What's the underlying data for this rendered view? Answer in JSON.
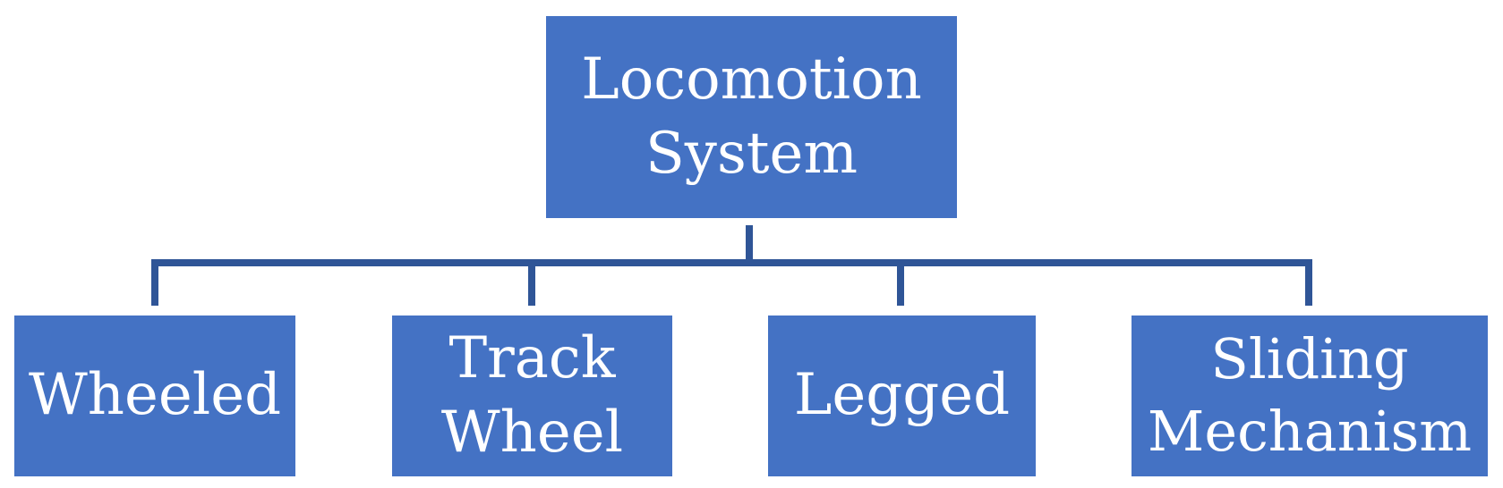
{
  "root": {
    "line1": "Locomotion",
    "line2": "System"
  },
  "children": [
    {
      "line1": "Wheeled",
      "line2": ""
    },
    {
      "line1": "Track",
      "line2": "Wheel"
    },
    {
      "line1": "Legged",
      "line2": ""
    },
    {
      "line1": "Sliding",
      "line2": "Mechanism"
    }
  ],
  "colors": {
    "box_fill": "#4472c4",
    "connector": "#2f5597",
    "text": "#ffffff"
  }
}
